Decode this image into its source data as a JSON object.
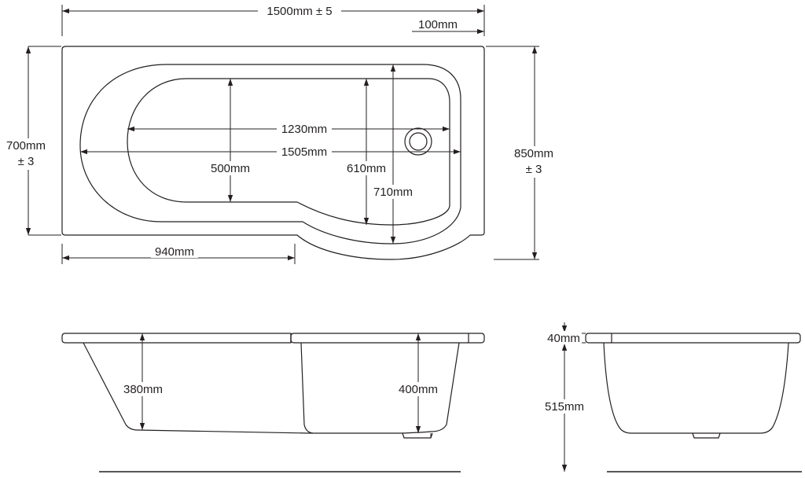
{
  "plan_view": {
    "overall_length": "1500mm ± 5",
    "end_offset": "100mm",
    "width_end_line1": "700mm",
    "width_end_line2": "± 3",
    "width_max_line1": "850mm",
    "width_max_line2": "± 3",
    "inner_length_top": "1230mm",
    "inner_length_full": "1505mm",
    "inner_width_end": "500mm",
    "inner_width_curve": "610mm",
    "max_inner_width": "710mm",
    "straight_section": "940mm"
  },
  "side_view": {
    "depth_end": "380mm",
    "depth_waste": "400mm"
  },
  "end_view": {
    "rim_thickness": "40mm",
    "height": "515mm"
  }
}
